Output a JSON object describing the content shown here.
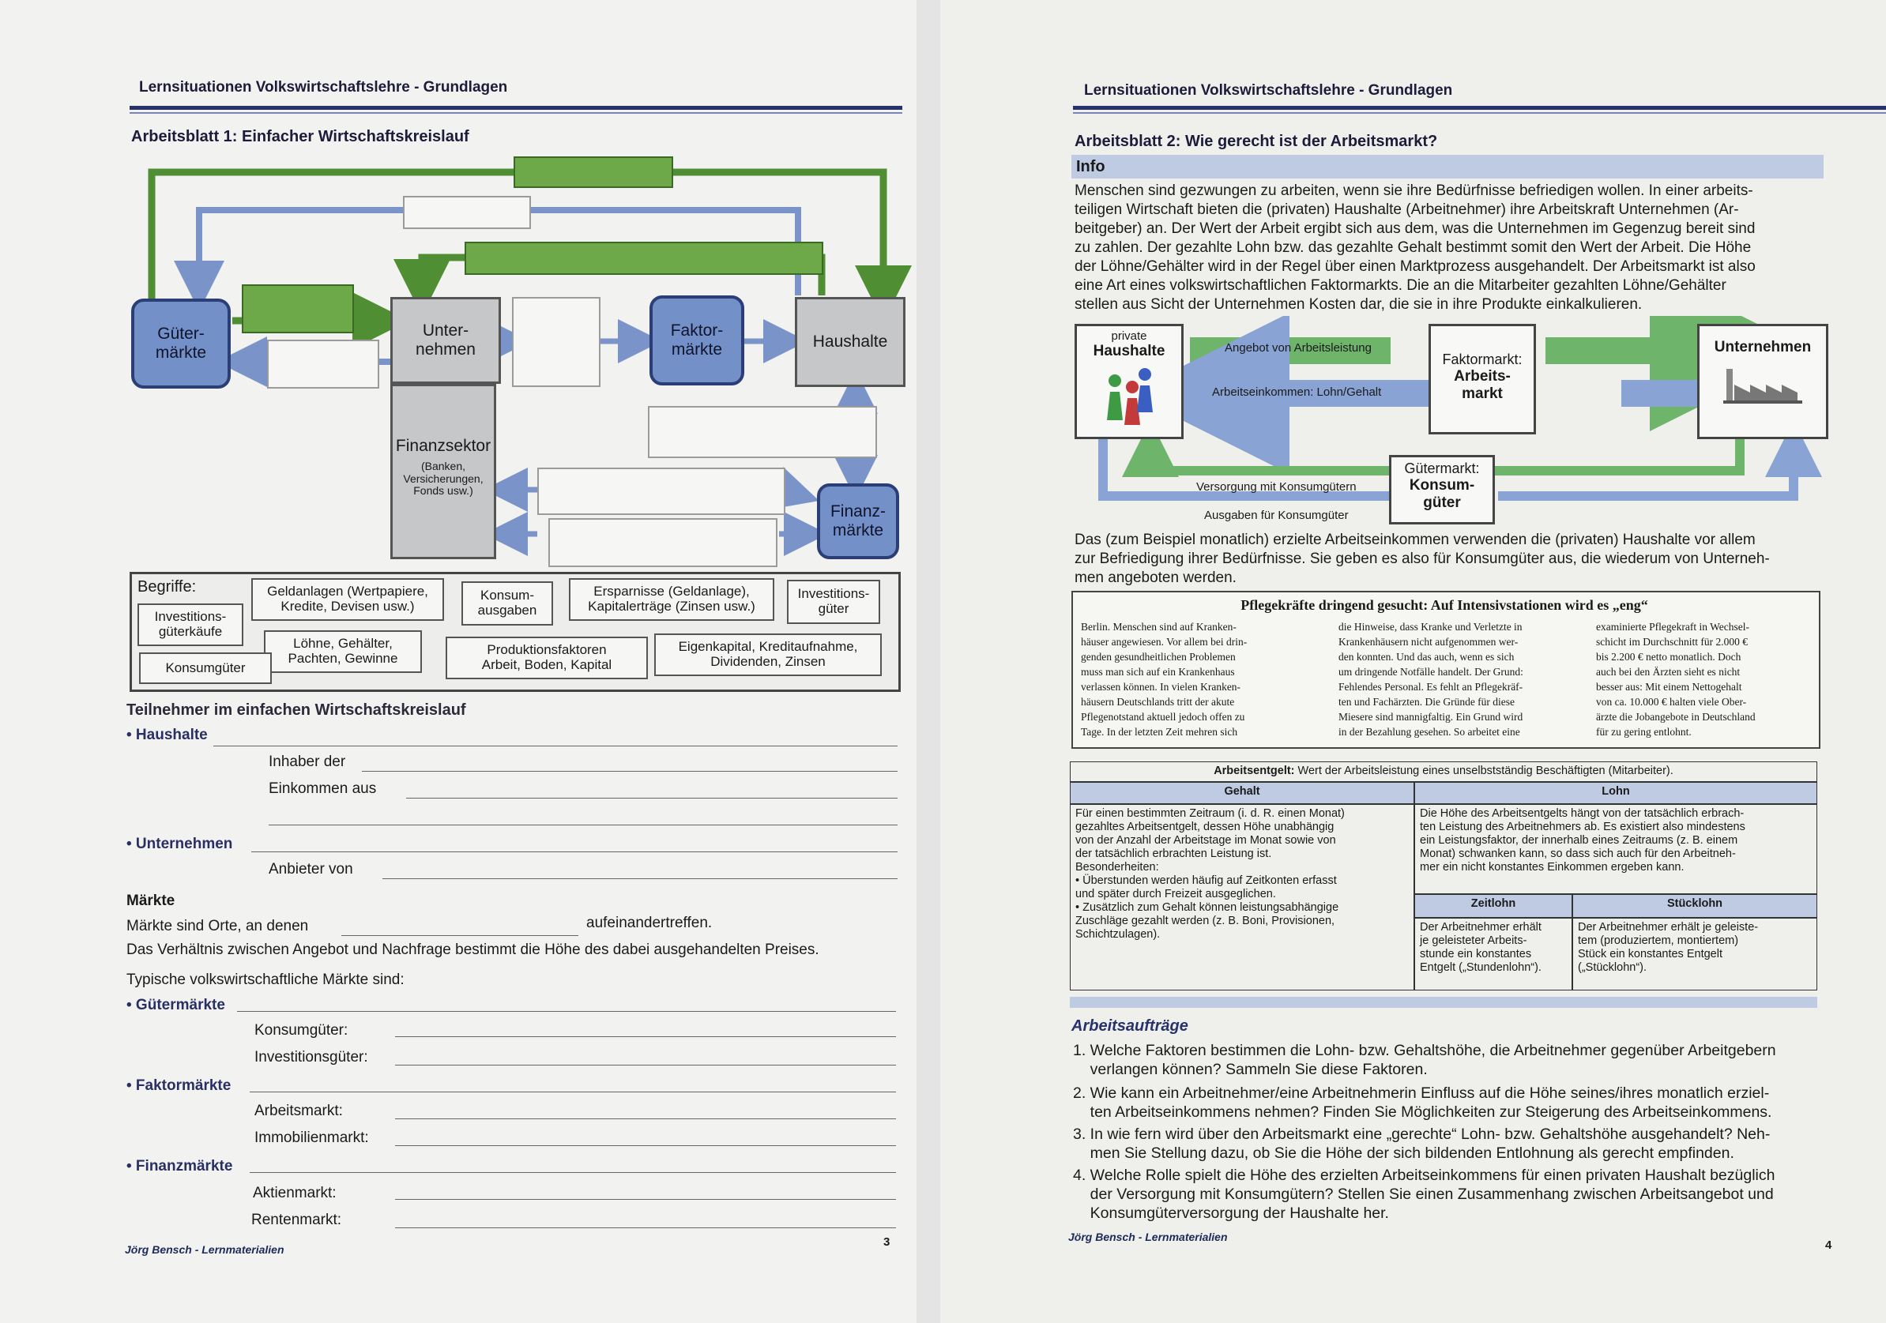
{
  "left": {
    "header": "Lernsituationen Volkswirtschaftslehre - Grundlagen",
    "title": "Arbeitsblatt 1: Einfacher Wirtschaftskreislauf",
    "diagram": {
      "gueter": "Güter-\nmärkte",
      "unternehmen": "Unter-\nnehmen",
      "faktor": "Faktor-\nmärkte",
      "haushalte": "Haushalte",
      "finanzsektor": "Finanzsektor",
      "finanzsektor_sub": "(Banken,\nVersicherungen,\nFonds usw.)",
      "finanzmaerkte": "Finanz-\nmärkte"
    },
    "begriffe_label": "Begriffe:",
    "terms": [
      "Geldanlagen (Wertpapiere,\nKredite, Devisen usw.)",
      "Konsum-\nausgaben",
      "Ersparnisse (Geldanlage),\nKapitalerträge (Zinsen usw.)",
      "Investitions-\ngüter",
      "Investitions-\ngüterkäufe",
      "Löhne, Gehälter,\nPachten, Gewinne",
      "Produktionsfaktoren\nArbeit,  Boden, Kapital",
      "Eigenkapital, Kreditaufnahme,\nDividenden, Zinsen",
      "Konsumgüter"
    ],
    "participants_title": "Teilnehmer im einfachen Wirtschaftskreislauf",
    "haushalte": "• Haushalte",
    "inhaber": "Inhaber der",
    "einkommen": "Einkommen aus",
    "unternehmen": "• Unternehmen",
    "anbieter": "Anbieter von",
    "maerkte": "Märkte",
    "maerkte_s1a": "Märkte sind Orte, an denen",
    "maerkte_s1b": "aufeinandertreffen.",
    "maerkte_s2": "Das Verhältnis zwischen Angebot und Nachfrage bestimmt die Höhe des dabei ausgehandelten Preises.",
    "typische": "Typische volkswirtschaftliche Märkte sind:",
    "guetermaerkte": "• Gütermärkte",
    "konsumgueter": "Konsumgüter:",
    "investitionsgueter": "Investitionsgüter:",
    "faktormaerkte": "• Faktormärkte",
    "arbeitsmarkt": "Arbeitsmarkt:",
    "immobilienmarkt": "Immobilienmarkt:",
    "finanzmaerkte": "• Finanzmärkte",
    "aktienmarkt": "Aktienmarkt:",
    "rentenmarkt": "Rentenmarkt:",
    "footer": "Jörg Bensch - Lernmaterialien",
    "page": "3"
  },
  "right": {
    "header": "Lernsituationen Volkswirtschaftslehre - Grundlagen",
    "title": "Arbeitsblatt 2: Wie gerecht ist der Arbeitsmarkt?",
    "info_label": "Info",
    "info_text": "Menschen sind gezwungen zu arbeiten, wenn sie ihre Bedürfnisse befriedigen wollen. In einer arbeits-\nteiligen Wirtschaft bieten die (privaten) Haushalte (Arbeitnehmer) ihre Arbeitskraft Unternehmen (Ar-\nbeitgeber) an. Der Wert der Arbeit ergibt sich aus dem, was die Unternehmen im Gegenzug bereit sind\nzu zahlen. Der gezahlte Lohn bzw. das gezahlte Gehalt bestimmt somit den Wert der Arbeit. Die Höhe\nder Löhne/Gehälter wird in der Regel über einen Marktprozess ausgehandelt. Der Arbeitsmarkt ist also\neine Art eines volkswirtschaftlichen Faktormarkts. Die an die Mitarbeiter gezahlten Löhne/Gehälter\nstellen aus Sicht der Unternehmen Kosten dar, die sie in ihre Produkte einkalkulieren.",
    "flow": {
      "haushalte_small": "private",
      "haushalte": "Haushalte",
      "angebot": "Angebot von Arbeitsleistung",
      "einkommen": "Arbeitseinkommen: Lohn/Gehalt",
      "faktormarkt": "Faktormarkt:",
      "arbeitsmarkt": "Arbeits-\nmarkt",
      "unternehmen": "Unternehmen",
      "versorgung": "Versorgung mit Konsumgütern",
      "ausgaben": "Ausgaben für Konsumgüter",
      "guetermarkt": "Gütermarkt:",
      "konsumgueter": "Konsum-\ngüter"
    },
    "after_text": "Das (zum Beispiel monatlich) erzielte Arbeitseinkommen verwenden die (privaten) Haushalte vor allem\nzur Befriedigung ihrer Bedürfnisse. Sie geben es also für Konsumgüter aus, die wiederum von Unterneh-\nmen angeboten werden.",
    "news_title": "Pflegekräfte dringend gesucht: Auf Intensivstationen wird es „eng“",
    "news_col1": "Berlin. Menschen sind auf Kranken-\nhäuser angewiesen. Vor allem bei drin-\ngenden gesundheitlichen Problemen\nmuss man sich auf ein Krankenhaus\nverlassen können. In vielen Kranken-\nhäusern Deutschlands tritt der akute\nPflegenotstand aktuell jedoch offen zu\nTage. In der letzten Zeit mehren sich",
    "news_col2": "die Hinweise, dass Kranke und Verletzte in\nKrankenhäusern nicht aufgenommen wer-\nden konnten. Und das auch, wenn es sich\num dringende Notfälle handelt. Der Grund:\nFehlendes Personal. Es fehlt an Pflegekräf-\nten und Fachärzten. Die Gründe für diese\nMiesere sind mannigfaltig. Ein Grund wird\nin der Bezahlung gesehen. So arbeitet eine",
    "news_col3": "examinierte Pflegekraft in Wechsel-\nschicht im Durchschnitt für 2.000 €\nbis 2.200 € netto monatlich. Doch\nauch bei den Ärzten sieht es nicht\nbesser aus: Mit einem Nettogehalt\nvon ca. 10.000 € halten viele Ober-\närzte die Jobangebote in Deutschland\nfür zu gering entlohnt.",
    "table": {
      "caption_bold": "Arbeitsentgelt:",
      "caption_rest": " Wert der Arbeitsleistung eines unselbstständig Beschäftigten (Mitarbeiter).",
      "h_gehalt": "Gehalt",
      "h_lohn": "Lohn",
      "gehalt_text": "Für einen bestimmten Zeitraum (i. d. R. einen Monat)\ngezahltes Arbeitsentgelt, dessen Höhe unabhängig\nvon der Anzahl der Arbeitstage im Monat sowie von\nder tatsächlich erbrachten Leistung ist.\nBesonderheiten:\n• Überstunden werden häufig auf Zeitkonten erfasst\n  und später durch Freizeit ausgeglichen.\n• Zusätzlich zum Gehalt können leistungsabhängige\n  Zuschläge gezahlt werden (z. B. Boni, Provisionen,\n  Schichtzulagen).",
      "lohn_text": "Die Höhe des Arbeitsentgelts hängt von der tatsächlich erbrach-\nten Leistung des Arbeitnehmers ab. Es existiert also mindestens\nein Leistungsfaktor, der innerhalb eines Zeitraums (z. B. einem\nMonat) schwanken kann, so dass sich auch für den Arbeitneh-\nmer ein nicht konstantes Einkommen ergeben kann.",
      "h_zeitlohn": "Zeitlohn",
      "h_stuecklohn": "Stücklohn",
      "zeitlohn_text": "Der Arbeitnehmer erhält\nje geleisteter Arbeits-\nstunde ein konstantes\nEntgelt („Stundenlohn“).",
      "stuecklohn_text": "Der Arbeitnehmer erhält je geleiste-\ntem (produziertem, montiertem)\nStück ein konstantes Entgelt\n(„Stücklohn“)."
    },
    "tasks_title": "Arbeitsaufträge",
    "tasks": [
      "1. Welche Faktoren bestimmen die Lohn- bzw. Gehaltshöhe, die Arbeitnehmer gegenüber Arbeitgebern\n    verlangen können? Sammeln Sie diese Faktoren.",
      "2. Wie kann ein Arbeitnehmer/eine Arbeitnehmerin Einfluss auf die Höhe seines/ihres monatlich erziel-\n    ten Arbeitseinkommens nehmen? Finden Sie Möglichkeiten zur Steigerung des Arbeitseinkommens.",
      "3. In wie fern wird über den Arbeitsmarkt eine „gerechte“ Lohn- bzw. Gehaltshöhe ausgehandelt? Neh-\n    men Sie Stellung dazu, ob Sie die Höhe der sich bildenden Entlohnung als gerecht empfinden.",
      "4. Welche Rolle spielt die Höhe des erzielten Arbeitseinkommens für einen privaten Haushalt bezüglich\n    der Versorgung mit Konsumgütern? Stellen Sie einen Zusammenhang zwischen Arbeitsangebot und\n    Konsumgüterversorgung der Haushalte her."
    ],
    "footer": "Jörg Bensch - Lernmaterialien",
    "page": "4"
  }
}
